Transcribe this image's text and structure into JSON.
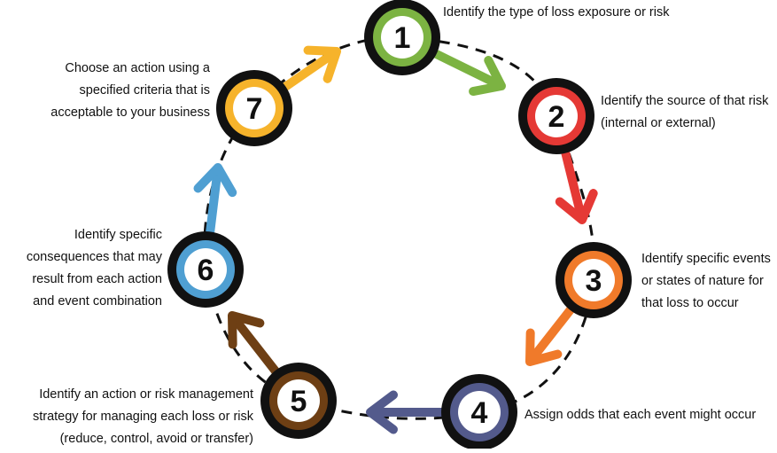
{
  "steps": [
    {
      "number": "1",
      "color": "#7cb342",
      "lines": [
        "Identify the type of loss exposure or risk"
      ]
    },
    {
      "number": "2",
      "color": "#e53935",
      "lines": [
        "Identify the source of that risk",
        "(internal or external)"
      ]
    },
    {
      "number": "3",
      "color": "#f07a2a",
      "lines": [
        "Identify specific events",
        "or states of nature for",
        "that loss to occur"
      ]
    },
    {
      "number": "4",
      "color": "#535a8c",
      "lines": [
        "Assign odds that each event might occur"
      ]
    },
    {
      "number": "5",
      "color": "#6e3f14",
      "lines": [
        "Identify an action or risk management",
        "strategy for managing each loss or risk",
        "(reduce, control, avoid or transfer)"
      ]
    },
    {
      "number": "6",
      "color": "#4f9fd2",
      "lines": [
        "Identify specific",
        "consequences that may",
        "result from each action",
        "and event combination"
      ]
    },
    {
      "number": "7",
      "color": "#f6b32b",
      "lines": [
        "Choose an action using a",
        "specified criteria that is",
        "acceptable to your business"
      ]
    }
  ]
}
